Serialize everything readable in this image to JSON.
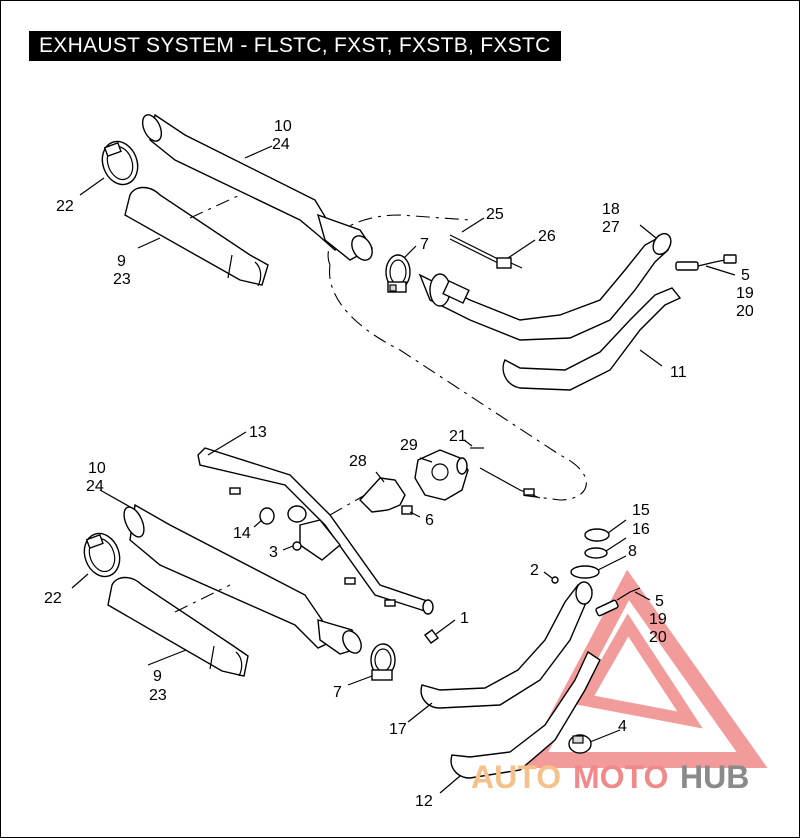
{
  "title": "EXHAUST SYSTEM - FLSTC, FXST, FXSTB, FXSTC",
  "callouts": {
    "c10a": "10",
    "c24a": "24",
    "c22a": "22",
    "c9a": "9",
    "c23a": "23",
    "c7a": "7",
    "c25": "25",
    "c26": "26",
    "c18": "18",
    "c27": "27",
    "c5a": "5",
    "c19a": "19",
    "c20a": "20",
    "c11": "11",
    "c13": "13",
    "c29": "29",
    "c21": "21",
    "c28": "28",
    "c10b": "10",
    "c24b": "24",
    "c14": "14",
    "c3": "3",
    "c6": "6",
    "c15": "15",
    "c16": "16",
    "c2": "2",
    "c8": "8",
    "c5b": "5",
    "c19b": "19",
    "c20b": "20",
    "c22b": "22",
    "c1": "1",
    "c9b": "9",
    "c23b": "23",
    "c7b": "7",
    "c17": "17",
    "c4": "4",
    "c12": "12"
  },
  "watermark": {
    "text_a": "AUTO",
    "text_b": "MOTO",
    "text_c": "HUB",
    "color_a": "#f5c089",
    "color_b": "#f08a8a",
    "color_c": "#8a8a8a",
    "triangle_color": "#f08a8a"
  }
}
